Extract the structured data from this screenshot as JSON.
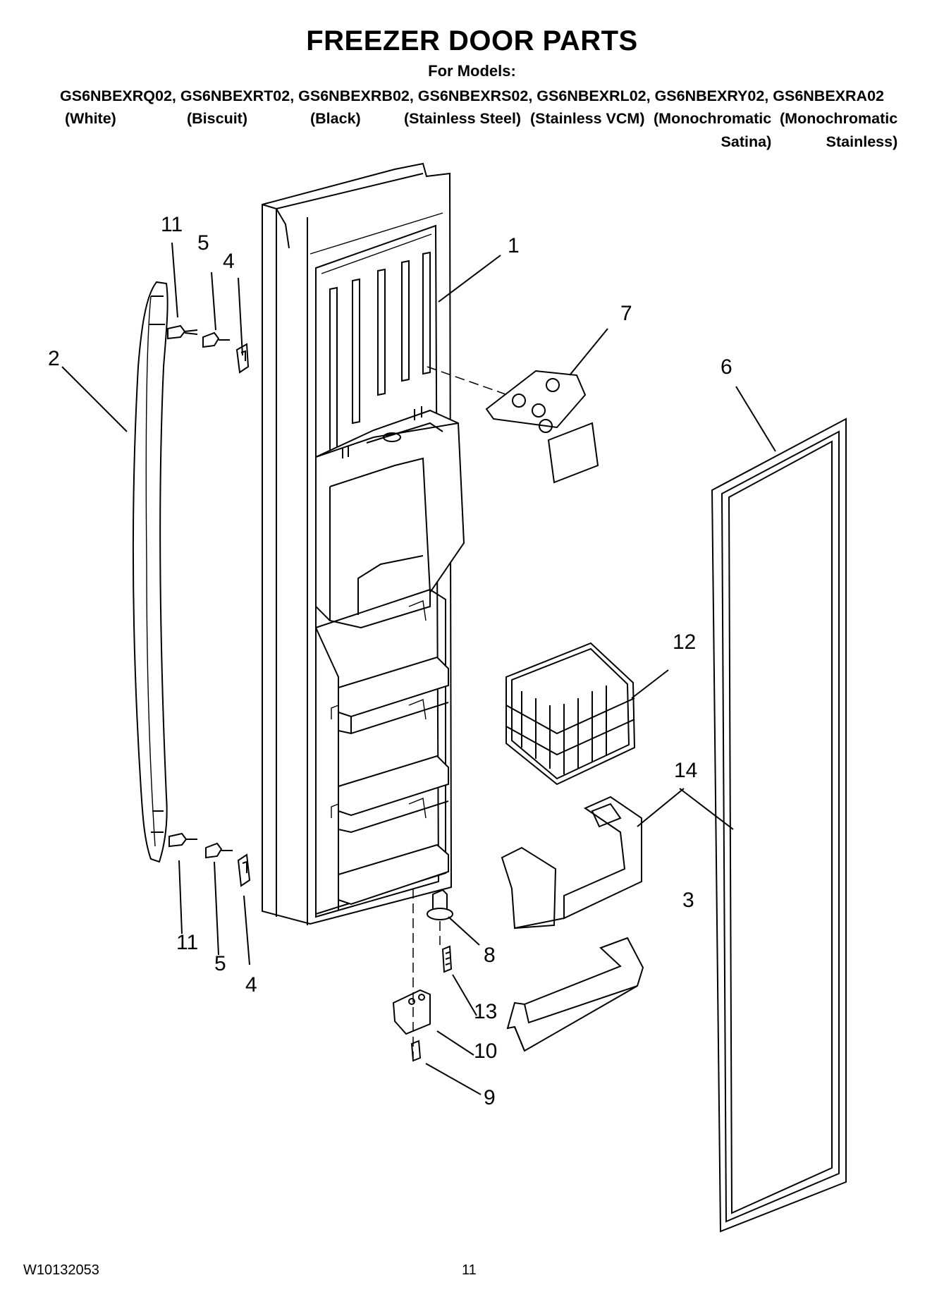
{
  "header": {
    "title": "FREEZER DOOR PARTS",
    "subtitle": "For Models:",
    "models": "GS6NBEXRQ02, GS6NBEXRT02, GS6NBEXRB02, GS6NBEXRS02, GS6NBEXRL02, GS6NBEXRY02, GS6NBEXRA02",
    "variants": [
      "(White)",
      "(Biscuit)",
      "(Black)",
      "(Stainless Steel)",
      "(Stainless VCM)",
      "(Monochromatic\nSatina)",
      "(Monochromatic\nStainless)"
    ]
  },
  "callouts": {
    "c1": "1",
    "c2": "2",
    "c3": "3",
    "c4a": "4",
    "c4b": "4",
    "c5a": "5",
    "c5b": "5",
    "c6": "6",
    "c7": "7",
    "c8": "8",
    "c9": "9",
    "c10": "10",
    "c11a": "11",
    "c11b": "11",
    "c12": "12",
    "c13": "13",
    "c14": "14"
  },
  "footer": {
    "doc_number": "W10132053",
    "page_number": "11"
  }
}
